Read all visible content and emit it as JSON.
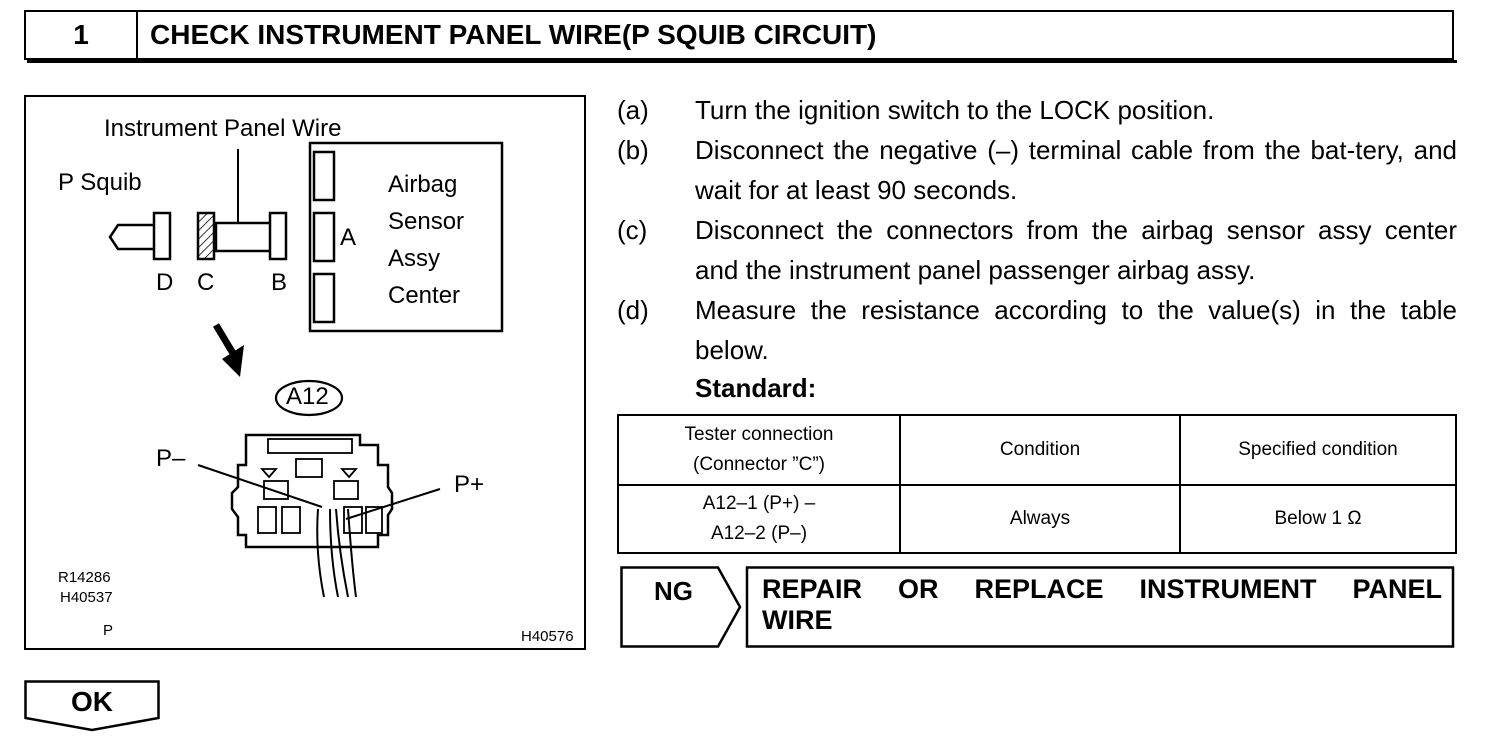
{
  "header": {
    "step_number": "1",
    "title": "CHECK INSTRUMENT PANEL WIRE(P SQUIB CIRCUIT)"
  },
  "figure": {
    "label_instrument_panel_wire": "Instrument Panel Wire",
    "label_p_squib": "P Squib",
    "label_airbag": "Airbag",
    "label_sensor": "Sensor",
    "label_assy": "Assy",
    "label_center": "Center",
    "connector_a": "A",
    "connector_b": "B",
    "connector_c": "C",
    "connector_d": "D",
    "connector_id": "A12",
    "pin_minus": "P–",
    "pin_plus": "P+",
    "code_1": "R14286",
    "code_2": "H40537",
    "code_3": "P",
    "code_4": "H40576"
  },
  "steps": [
    {
      "letter": "(a)",
      "text": "Turn the ignition switch to the LOCK position."
    },
    {
      "letter": "(b)",
      "text": "Disconnect the negative (–) terminal cable from the bat-tery, and wait for at least 90 seconds."
    },
    {
      "letter": "(c)",
      "text": "Disconnect the connectors from the airbag sensor assy center and the instrument panel passenger airbag assy."
    },
    {
      "letter": "(d)",
      "text": "Measure the resistance according to the value(s) in the table below."
    }
  ],
  "standard_label": "Standard:",
  "table": {
    "headers": [
      "Tester connection",
      "(Connector ”C”)",
      "Condition",
      "Specified condition"
    ],
    "row": {
      "connection_line1": "A12–1 (P+) –",
      "connection_line2": "A12–2 (P–)",
      "condition": "Always",
      "specified": "Below 1 Ω"
    }
  },
  "ng": {
    "label": "NG",
    "text": "REPAIR OR REPLACE INSTRUMENT PANEL WIRE"
  },
  "ok": {
    "label": "OK"
  }
}
